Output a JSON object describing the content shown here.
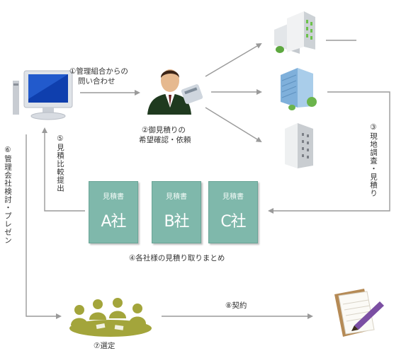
{
  "steps": {
    "s1_line1": "①管理組合からの",
    "s1_line2": "問い合わせ",
    "s2_line1": "②御見積りの",
    "s2_line2": "希望確認・依頼",
    "s3": "③現地調査・見積り",
    "s4": "④各社様の見積り取りまとめ",
    "s5": "⑤見積比較提出",
    "s6": "⑥管理会社検討・プレゼン",
    "s7": "⑦選定",
    "s8": "⑧契約"
  },
  "cards": [
    {
      "title": "見積書",
      "name": "A社"
    },
    {
      "title": "見積書",
      "name": "B社"
    },
    {
      "title": "見積書",
      "name": "C社"
    }
  ],
  "colors": {
    "arrow": "#9a9a9a",
    "card": "#7fb8ab",
    "meeting": "#a3a53b"
  },
  "icons": [
    "computer-icon",
    "businessman-icon",
    "building-icon",
    "meeting-icon",
    "notebook-pen-icon"
  ]
}
